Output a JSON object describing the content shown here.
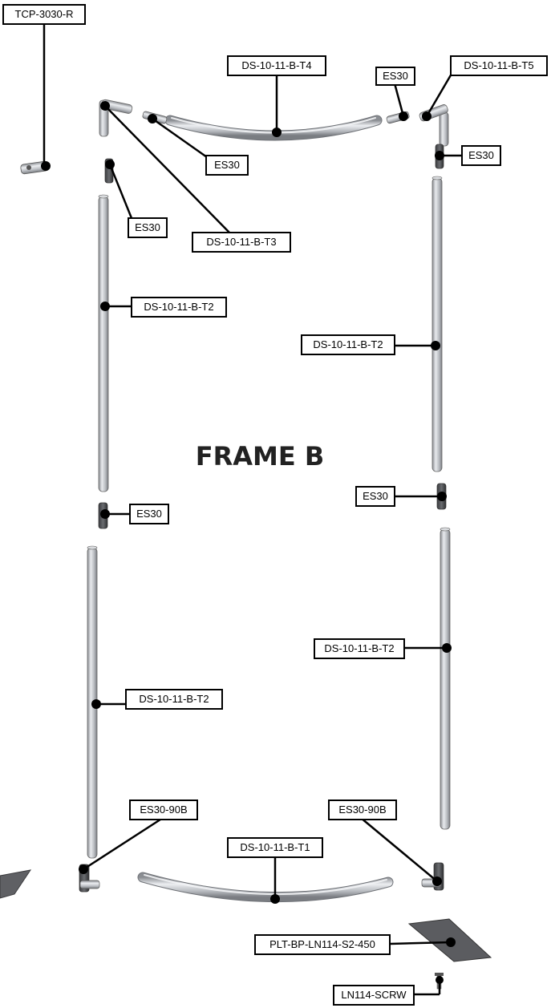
{
  "title": "FRAME B",
  "labels": {
    "tcp": "TCP-3030-R",
    "t4": "DS-10-11-B-T4",
    "es30_top_right": "ES30",
    "t5": "DS-10-11-B-T5",
    "es30_top_left_connector": "ES30",
    "es30_right_upper": "ES30",
    "es30_left_upper": "ES30",
    "t3": "DS-10-11-B-T3",
    "t2_left_upper": "DS-10-11-B-T2",
    "t2_right_upper": "DS-10-11-B-T2",
    "es30_right_mid": "ES30",
    "es30_left_mid": "ES30",
    "t2_right_lower": "DS-10-11-B-T2",
    "t2_left_lower": "DS-10-11-B-T2",
    "es30_90b_left": "ES30-90B",
    "es30_90b_right": "ES30-90B",
    "t1": "DS-10-11-B-T1",
    "plate": "PLT-BP-LN114-S2-450",
    "screw": "LN114-SCRW"
  }
}
